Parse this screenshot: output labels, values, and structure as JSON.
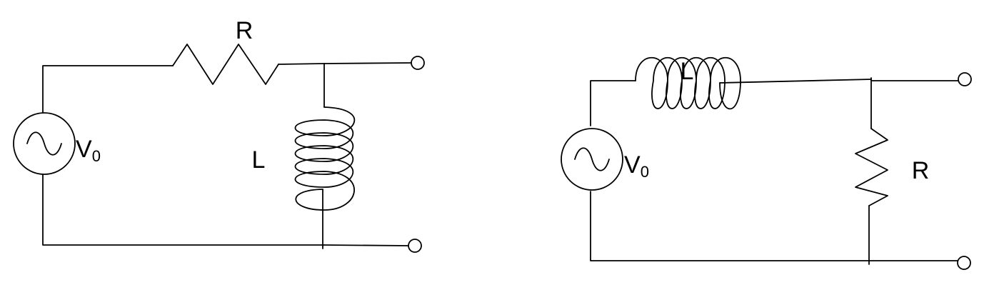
{
  "circuits": [
    {
      "source_label": "V",
      "source_subscript": "0",
      "resistor_label": "R",
      "inductor_label": "L",
      "source_icon": "ac-sine-source-icon"
    },
    {
      "source_label": "V",
      "source_subscript": "0",
      "resistor_label": "R",
      "inductor_label": "L",
      "source_icon": "ac-sine-source-icon"
    }
  ],
  "colors": {
    "stroke": "#000000",
    "background": "#ffffff"
  }
}
